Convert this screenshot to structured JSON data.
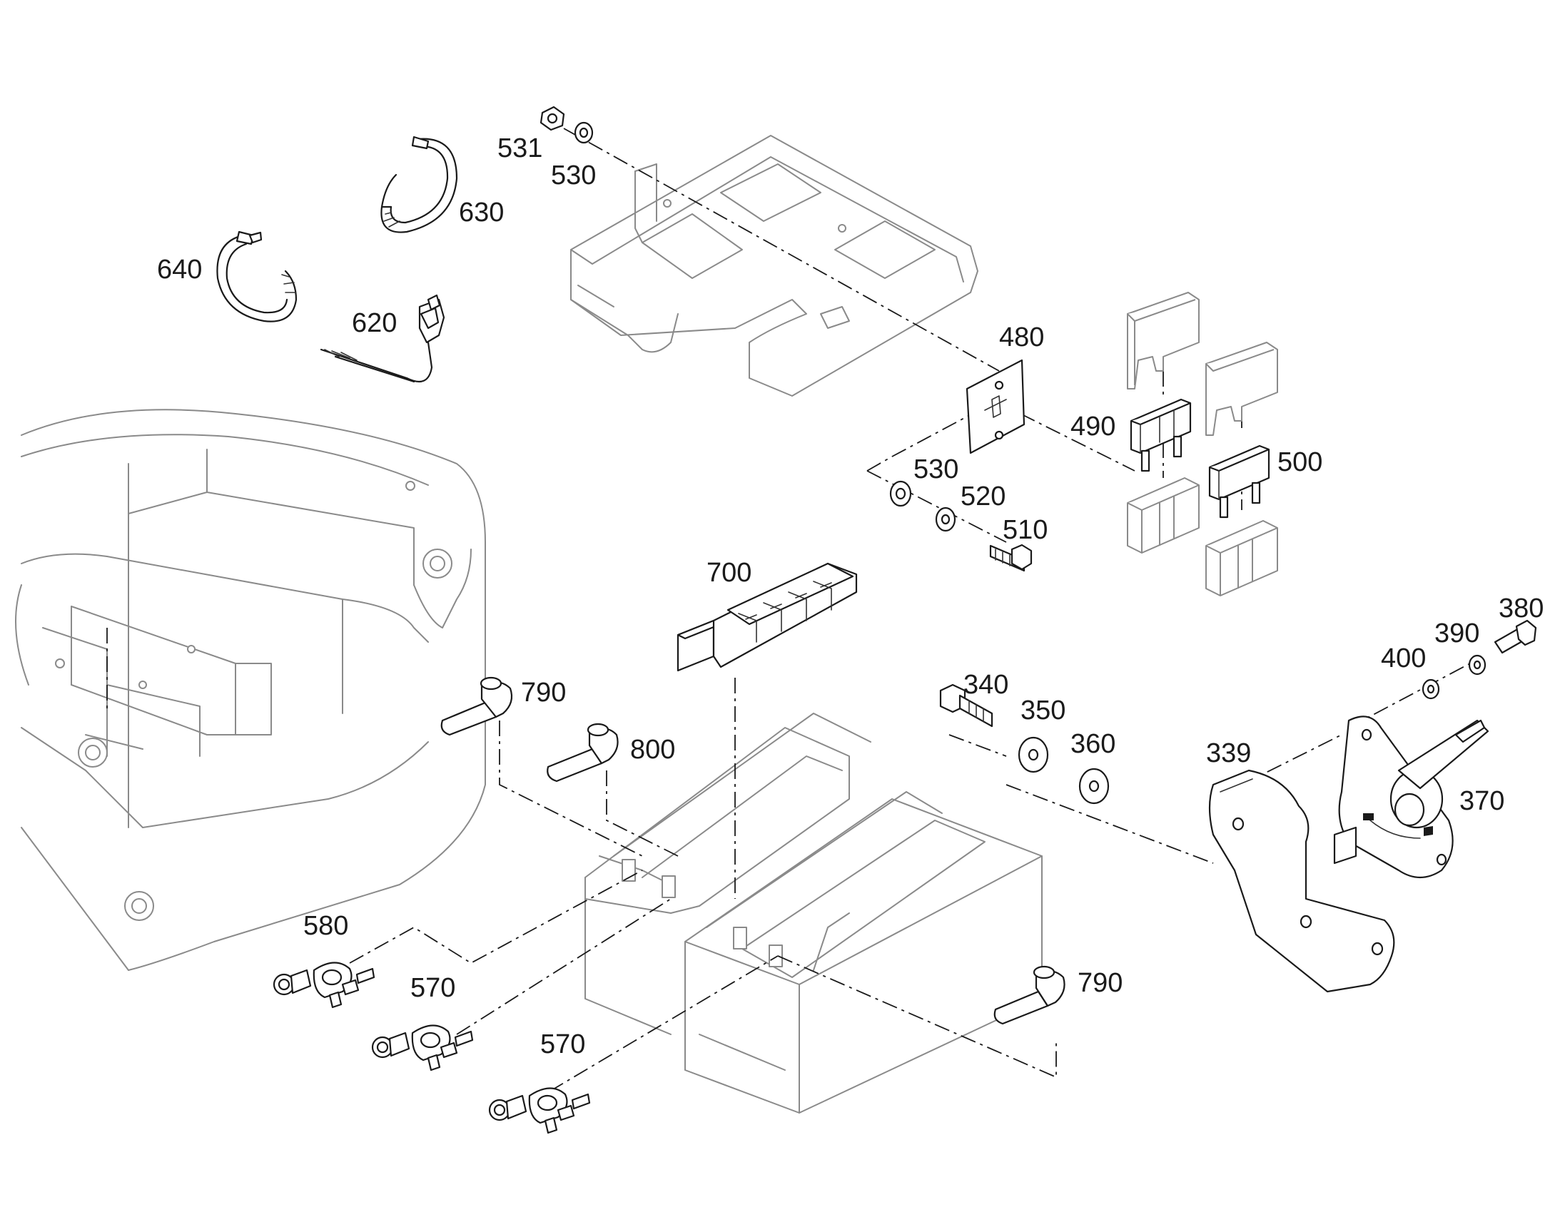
{
  "diagram": {
    "labels": {
      "p531": "531",
      "p530a": "530",
      "p630": "630",
      "p640": "640",
      "p620": "620",
      "p480": "480",
      "p490": "490",
      "p500": "500",
      "p530b": "530",
      "p520": "520",
      "p510": "510",
      "p700": "700",
      "p790a": "790",
      "p800": "800",
      "p340": "340",
      "p350": "350",
      "p360": "360",
      "p380": "380",
      "p390": "390",
      "p400": "400",
      "p339": "339",
      "p370": "370",
      "p580": "580",
      "p570a": "570",
      "p570b": "570",
      "p790b": "790"
    }
  }
}
